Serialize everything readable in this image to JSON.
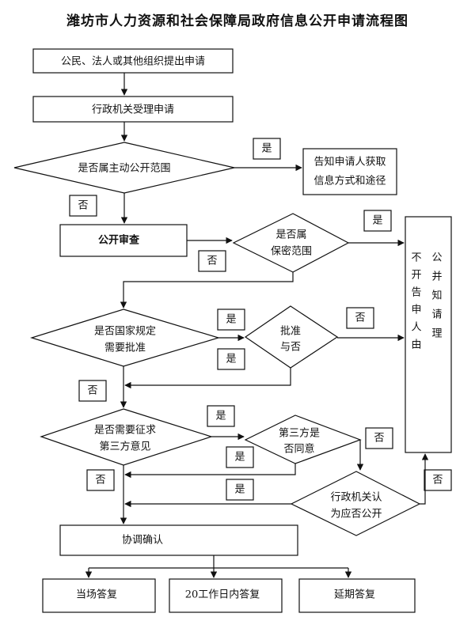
{
  "title": "潍坊市人力资源和社会保障局政府信息公开申请流程图",
  "nodes": {
    "apply": "公民、法人或其他组织提出申请",
    "accept": "行政机关受理申请",
    "in_scope": "是否属主动公开范围",
    "notify_lines": [
      "告知申请人获取",
      "信息方式和途径"
    ],
    "review": "公开审查",
    "secret_lines": [
      "是否属",
      "保密范围"
    ],
    "national_lines": [
      "是否国家规定",
      "需要批准"
    ],
    "approve_lines": [
      "批准",
      "与否"
    ],
    "third_need_lines": [
      "是否需要征求",
      "第三方意见"
    ],
    "third_agree_lines": [
      "第三方是",
      "否同意"
    ],
    "agency_lines": [
      "行政机关认",
      "为应否公开"
    ],
    "not_public_col": [
      "不",
      "开",
      "告",
      "申",
      "人",
      "由"
    ],
    "public_col": [
      "公",
      "并",
      "知",
      "请",
      "理"
    ],
    "coordinate": "协调确认",
    "answer_now": "当场答复",
    "answer_20": "20工作日内答复",
    "answer_delay": "延期答复"
  },
  "edge_labels": {
    "yes": "是",
    "no": "否"
  }
}
